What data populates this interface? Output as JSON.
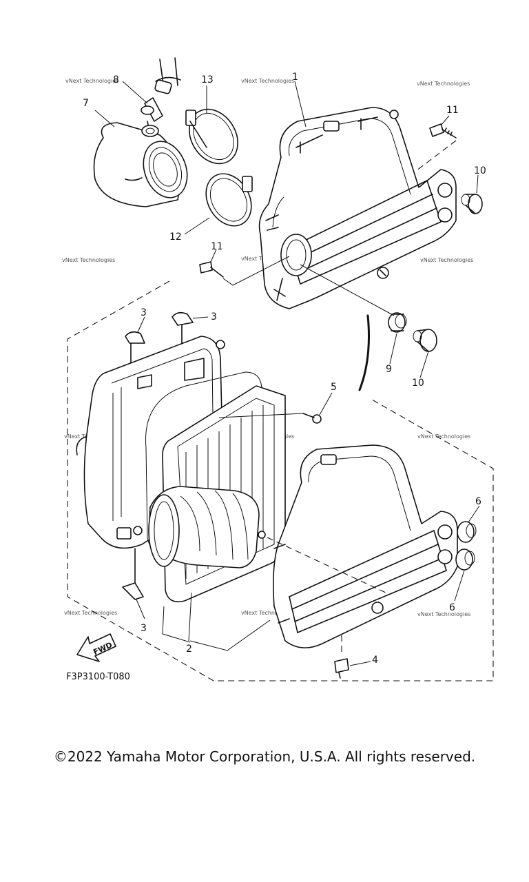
{
  "callouts": {
    "c1": "1",
    "c2": "2",
    "c3a": "3",
    "c3b": "3",
    "c3c": "3",
    "c4": "4",
    "c5": "5",
    "c6a": "6",
    "c6b": "6",
    "c7": "7",
    "c8": "8",
    "c9": "9",
    "c10a": "10",
    "c10b": "10",
    "c11a": "11",
    "c11b": "11",
    "c12": "12",
    "c13": "13"
  },
  "watermark": "vNext Technologies",
  "fwd_label": "FWD",
  "figure_code": "F3P3100-T080",
  "copyright": "©2022 Yamaha Motor Corporation, U.S.A. All rights reserved."
}
